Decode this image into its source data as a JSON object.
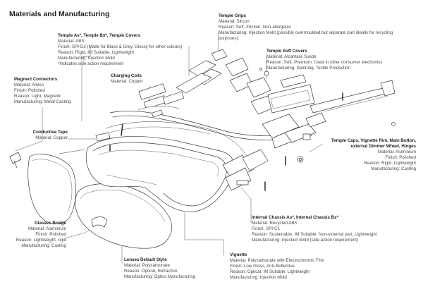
{
  "title": "Materials and Manufacturing",
  "callouts": {
    "temple_grips": {
      "title": "Temple Grips",
      "lines": [
        "Material: Silicon",
        "Reason: Soft, Friction, Non-allergenic",
        "Manufacturing: Injection Mold (possibly overmoulded but separate part ideally for recycling purposes)."
      ]
    },
    "temple_as": {
      "title": "Temple As*, Temple Bs*, Temple Covers",
      "lines": [
        "Material: ABS",
        "Finish: SPI-D2 (Matte for Black & Grey, Glossy for other colours)",
        "Reason: Rigid, IM Suitable, Lightweight",
        "Manufacturing: Injection Mold",
        "*Indicates side action requirement"
      ]
    },
    "temple_soft_covers": {
      "title": "Temple Soft Covers",
      "lines": [
        "Material: Alcantara Suede",
        "Reason: Soft, Premium, Used in other consumer electronics",
        "Manufacturing: Spinning, Textile Production"
      ]
    },
    "magnet_connectors": {
      "title": "Magnect Connectors",
      "lines": [
        "Material: Alnico",
        "Finish: Polished",
        "Reason: Light, Magnetic",
        "Manufacturing: Metal Casting"
      ]
    },
    "charging_coils": {
      "title": "Charging Coils",
      "lines": [
        "Material: Copper"
      ]
    },
    "conductive_tape": {
      "title": "Conductive Tape",
      "lines": [
        "Material: Copper"
      ]
    },
    "temple_caps": {
      "title": "Temple Caps, Vignette Rim, Main Button, external Dimmer Wheel, Hinges",
      "lines": [
        "Material: Aluminium",
        "Finish: Polished",
        "Reason: Rigid, Lightweight",
        "Manufacturing: Casting"
      ]
    },
    "glasses_bridge": {
      "title": "Glasses Bridge",
      "lines": [
        "Material: Aluminium",
        "Finish: Polished",
        "Reason: Lightweight, rigid",
        "Manufacturing: Casting"
      ]
    },
    "internal_chassis": {
      "title": "Internal Chassis As*, Internal Chassis Bs*",
      "lines": [
        "Material: Recycled ABS",
        "Finish: SPI-C1",
        "Reason: Sustainable, IM Suitable, Non-external part, Lightweight",
        "Manufacturing: Injection Mold (side action requirement)"
      ]
    },
    "lenses": {
      "title": "Lenses Default Style",
      "lines": [
        "Material: Polycarbonate",
        "Reason: Optical, Refractive",
        "Manufacturing: Optics Manufacturing"
      ]
    },
    "vignette": {
      "title": "Vignette",
      "lines": [
        "Material, Polycarbonate with Electrochromic Film",
        "Finish: Low Gloss, Anti-Reflective",
        "Reason: Optical, IM Suitable, Lightweight",
        "Manufacturing: Injection Mold"
      ]
    }
  }
}
